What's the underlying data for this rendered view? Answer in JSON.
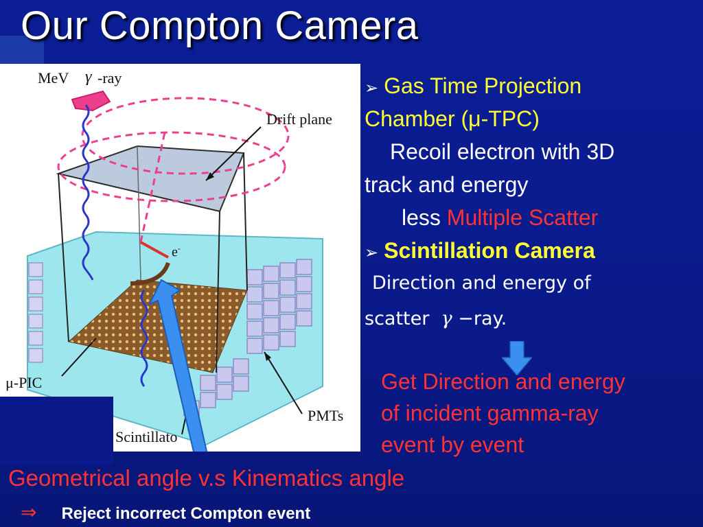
{
  "slide": {
    "title": "Our Compton Camera",
    "figure": {
      "labels": {
        "mev": "MeV",
        "gamma_symbol": "γ",
        "ray": "-ray",
        "drift_plane": "Drift plane",
        "electron": "e",
        "electron_sup": "-",
        "mu_pic": "μ-PIC",
        "pmts": "PMTs",
        "scintillator": "Scintillato"
      }
    },
    "bullets": {
      "b1_line1": "Gas Time Projection",
      "b1_line2": "Chamber (μ-TPC)",
      "b1_line3": "Recoil electron with 3D",
      "b1_line4": "track and energy",
      "b1_line5_prefix": "less",
      "b1_line5_red": "Multiple Scatter",
      "b2_title": "Scintillation Camera",
      "b2_line1": "Direction and energy of",
      "b2_line2_prefix": "scatter",
      "b2_line2_gamma": "γ",
      "b2_line2_suffix": "−ray."
    },
    "result": {
      "line1": "Get Direction and energy",
      "line2": "of incident gamma-ray",
      "line3": "event by event"
    },
    "bottom": {
      "line1": "Geometrical angle v.s Kinematics angle",
      "implies_symbol": "⇒",
      "line2": "Reject incorrect Compton event"
    },
    "colors": {
      "background": "#0a1a8a",
      "yellow": "#ffff33",
      "red": "#ff3333",
      "white": "#ffffff",
      "arrow_blue": "#3a8ff0"
    }
  }
}
